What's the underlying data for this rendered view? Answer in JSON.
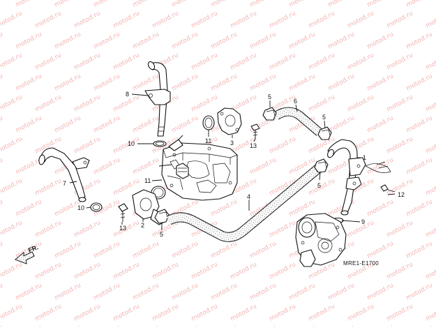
{
  "watermark": "motod.ru",
  "diagram_code": "MRE1-E1700",
  "direction_label": "FR.",
  "callouts": [
    {
      "id": "c1",
      "label": "1"
    },
    {
      "id": "c2",
      "label": "2"
    },
    {
      "id": "c3",
      "label": "3"
    },
    {
      "id": "c4",
      "label": "4"
    },
    {
      "id": "c5a",
      "label": "5"
    },
    {
      "id": "c5b",
      "label": "5"
    },
    {
      "id": "c5c",
      "label": "5"
    },
    {
      "id": "c5d",
      "label": "5"
    },
    {
      "id": "c6",
      "label": "6"
    },
    {
      "id": "c7",
      "label": "7"
    },
    {
      "id": "c8",
      "label": "8"
    },
    {
      "id": "c9",
      "label": "9"
    },
    {
      "id": "c10a",
      "label": "10"
    },
    {
      "id": "c10b",
      "label": "10"
    },
    {
      "id": "c11a",
      "label": "11"
    },
    {
      "id": "c11b",
      "label": "11"
    },
    {
      "id": "c12",
      "label": "12"
    },
    {
      "id": "c13a",
      "label": "13"
    },
    {
      "id": "c13b",
      "label": "13"
    }
  ]
}
